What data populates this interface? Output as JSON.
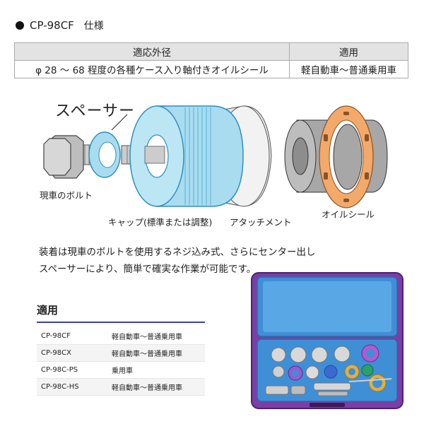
{
  "header": {
    "model": "CP-98CF",
    "suffix": "仕様"
  },
  "spec_table": {
    "headers": [
      "適応外径",
      "適用"
    ],
    "rows": [
      [
        "φ 28 ～ 68 程度の各種ケース入り軸付きオイルシール",
        "軽自動車～普通乗用車"
      ]
    ]
  },
  "diagram": {
    "spacer_label": "スペーサー",
    "bolt_label": "現車のボルト",
    "cap_label": "キャップ(標準または調整)",
    "attachment_label": "アタッチメント",
    "oilseal_label": "オイルシール",
    "colors": {
      "blue": "#a9dcef",
      "blue_dark": "#2a8fc6",
      "gray": "#9a9a9a",
      "orange": "#f2a96a"
    }
  },
  "description": {
    "line1": "装着は現車のボルトを使用するネジ込み式、さらにセンター出し",
    "line2": "スペーサーにより、簡単で確実な作業が可能です。"
  },
  "application": {
    "title": "適用",
    "rows": [
      {
        "model": "CP-98CF",
        "use": "軽自動車～普通乗用車"
      },
      {
        "model": "CP-98CX",
        "use": "軽自動車～普通乗用車"
      },
      {
        "model": "CP-98C-PS",
        "use": "乗用車"
      },
      {
        "model": "CP-98C-HS",
        "use": "軽自動車～普通乗用車"
      }
    ]
  },
  "case": {
    "shell_color": "#7a3ea8",
    "lining_color": "#3f8fd6"
  }
}
